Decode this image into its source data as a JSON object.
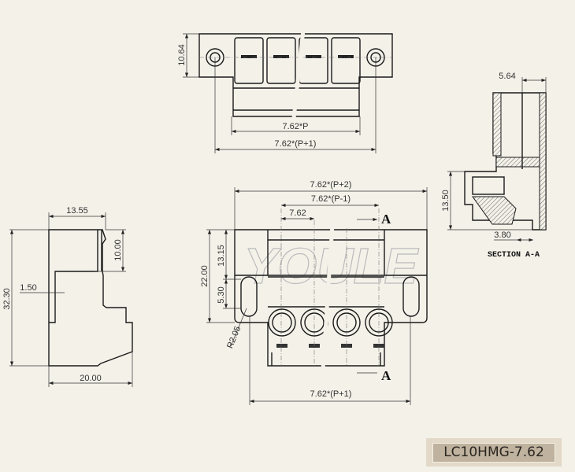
{
  "top_view": {
    "height_dim": "10.64",
    "pitch_total": "7.62*P",
    "overall": "7.62*(P+1)"
  },
  "section_view": {
    "width_dim": "5.64",
    "height_dim": "13.50",
    "offset_dim": "3.80",
    "label": "SECTION A-A"
  },
  "front_view": {
    "overall_width": "7.62*(P+2)",
    "pitch_span": "7.62*(P-1)",
    "pitch": "7.62",
    "height": "22.00",
    "upper_height": "13.15",
    "lower_height": "5.30",
    "slot_radius": "R2.05",
    "mount_span": "7.62*(P+1)",
    "section_marker": "A",
    "watermark": "YOULE"
  },
  "side_view": {
    "top_width": "13.55",
    "step_height": "10.00",
    "total_height": "32.30",
    "wall": "1.50",
    "depth": "20.00"
  },
  "title_block": {
    "part_number": "LC10HMG-7.62"
  }
}
